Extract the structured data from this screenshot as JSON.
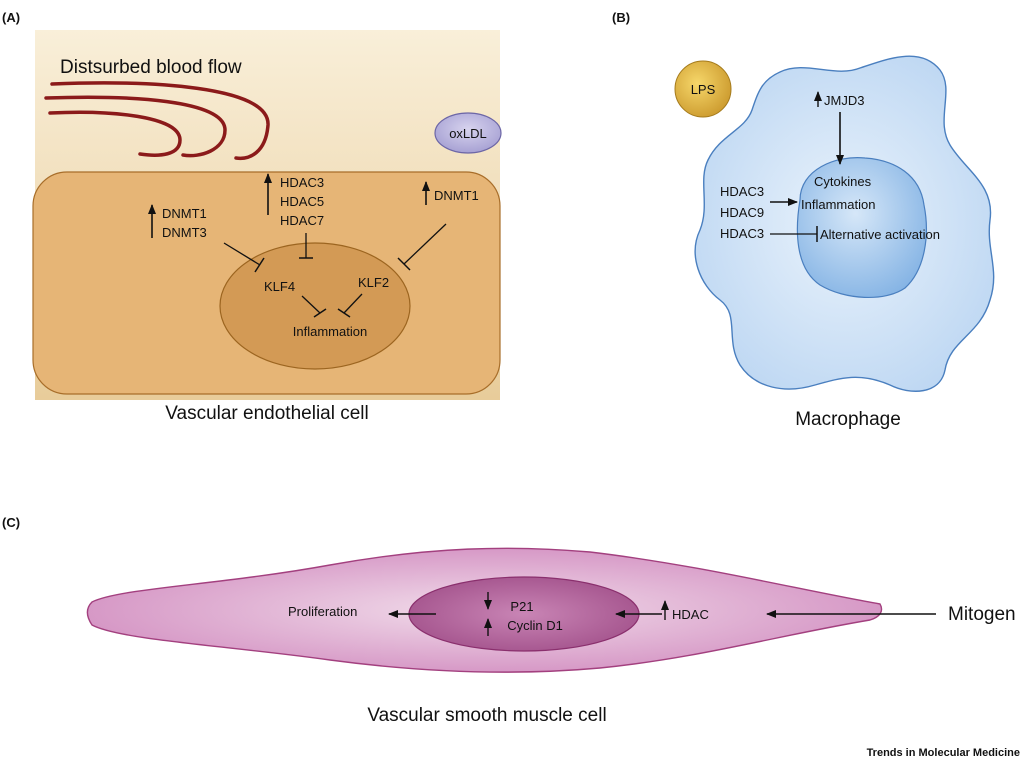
{
  "panels": {
    "a": {
      "tag": "(A)",
      "flow_label": "Distsurbed blood flow",
      "oxldl": "oxLDL",
      "dnmt_left": [
        "DNMT1",
        "DNMT3"
      ],
      "hdac": [
        "HDAC3",
        "HDAC5",
        "HDAC7"
      ],
      "dnmt_right": "DNMT1",
      "klf4": "KLF4",
      "klf2": "KLF2",
      "inflammation": "Inflammation",
      "caption": "Vascular endothelial cell"
    },
    "b": {
      "tag": "(B)",
      "lps": "LPS",
      "jmjd3": "JMJD3",
      "cytokines": "Cytokines",
      "hdac3_top": "HDAC3",
      "hdac9": "HDAC9",
      "hdac3_bottom": "HDAC3",
      "inflammation": "Inflammation",
      "alt_activation": "Alternative activation",
      "caption": "Macrophage"
    },
    "c": {
      "tag": "(C)",
      "proliferation": "Proliferation",
      "p21": "P21",
      "cyclin": "Cyclin D1",
      "hdac": "HDAC",
      "mitogen": "Mitogen",
      "caption": "Vascular smooth muscle cell"
    }
  },
  "footer": "Trends in Molecular Medicine",
  "colors": {
    "endothelial_bg": "#f3e5c8",
    "endothelial_cell": "#e9b878",
    "endothelial_nucleus": "#d9a25f",
    "flow_lines": "#8b1a1a",
    "oxldl": "#b7b2d8",
    "lps": "#e0b43a",
    "macrophage": "#cfe2f7",
    "macrophage_nucleus": "#8db8e8",
    "smc": "#d98dc6",
    "smc_nucleus": "#b0568f"
  }
}
